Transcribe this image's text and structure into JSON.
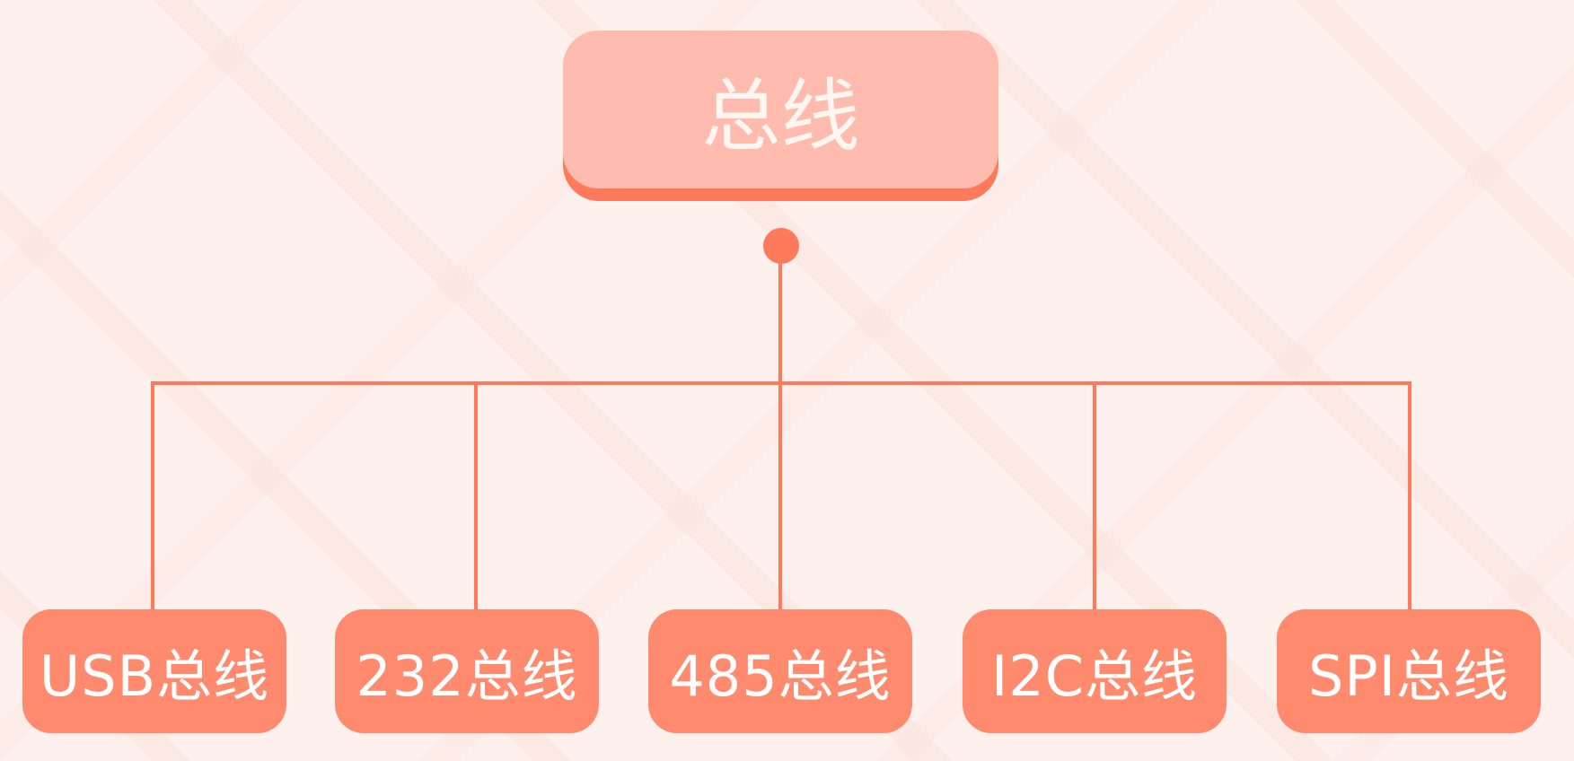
{
  "root": {
    "label": "总线"
  },
  "children": [
    {
      "label": "USB总线"
    },
    {
      "label": "232总线"
    },
    {
      "label": "485总线"
    },
    {
      "label": "I2C总线"
    },
    {
      "label": "SPI总线"
    }
  ],
  "colors": {
    "accent": "#ff7a5a",
    "root_face": "#ffbcae",
    "child": "#ff8a6e",
    "background": "#fdf0ed"
  }
}
